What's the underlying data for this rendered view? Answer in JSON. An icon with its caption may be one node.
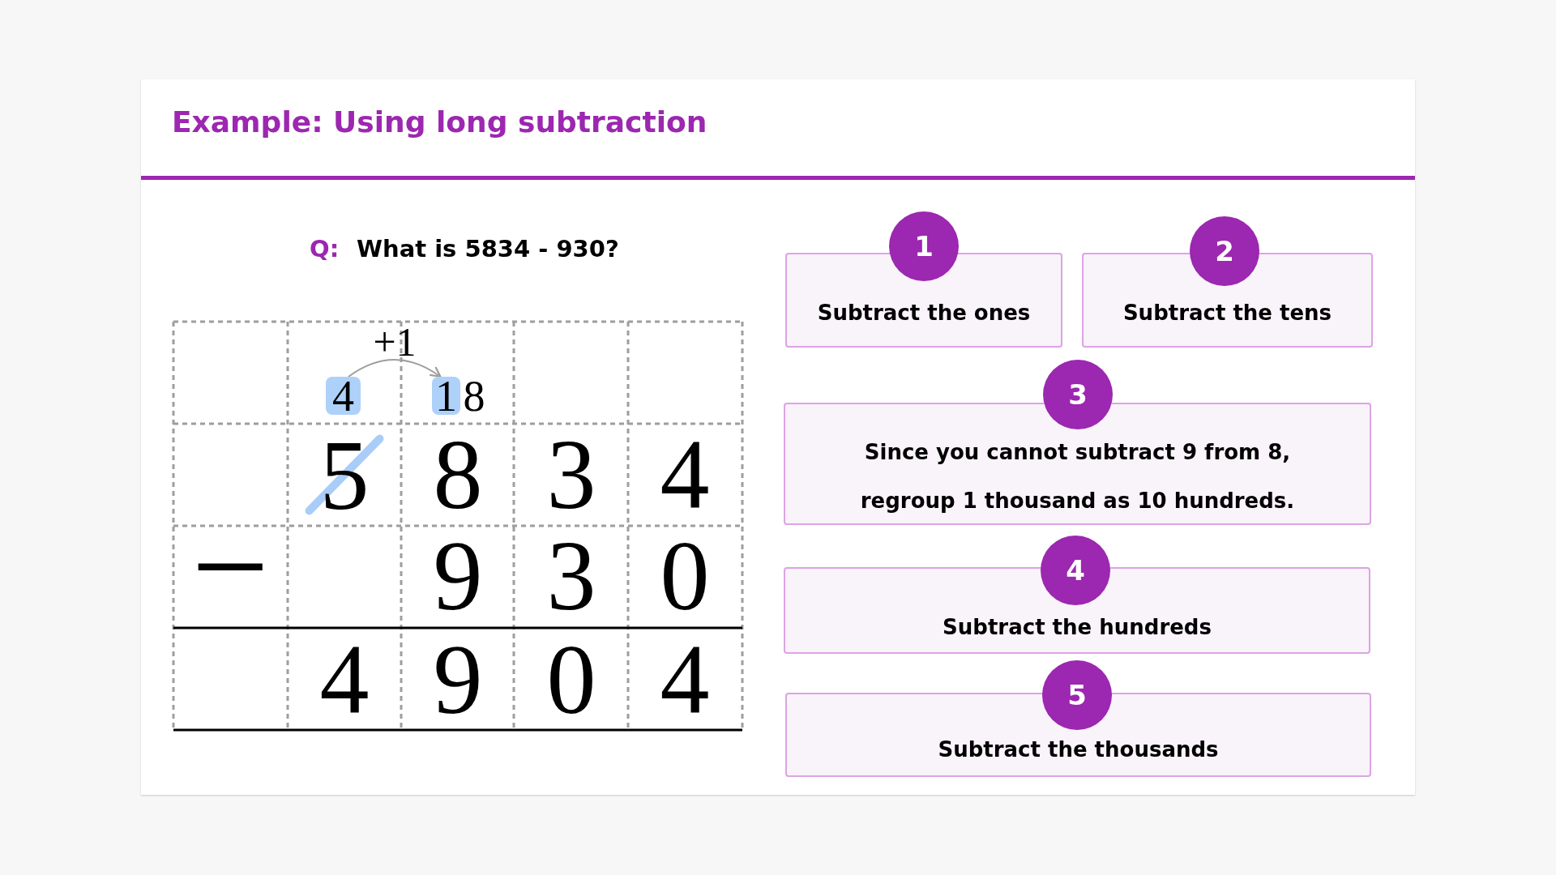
{
  "diagram": {
    "title": "Example: Using long subtraction",
    "nodes": [
      {
        "text": [
          "4"
        ]
      },
      {
        "text": [
          "1"
        ]
      },
      {
        "text": [
          "1"
        ]
      },
      {
        "text": [
          "Subtract the ones"
        ]
      },
      {
        "text": [
          "2"
        ]
      },
      {
        "text": [
          "Subtract the tens"
        ]
      },
      {
        "text": [
          "3"
        ]
      },
      {
        "text": [
          "Since you cannot subtract 9 from 8, regroup 1 thousand as 10 hundreds."
        ]
      },
      {
        "text": [
          "4"
        ]
      },
      {
        "text": [
          "Subtract the hundreds"
        ]
      },
      {
        "text": [
          "5"
        ]
      },
      {
        "text": [
          "Subtract the thousands"
        ]
      }
    ],
    "edges": [
      {
        "from": 0,
        "to": 1,
        "arrow": "to",
        "label": "+1"
      }
    ],
    "labels": [
      "Q:",
      "What is 5834 - 930?",
      "8",
      "5",
      "8",
      "3",
      "4",
      "−",
      "9",
      "3",
      "0",
      "4",
      "9",
      "0",
      "4"
    ]
  }
}
